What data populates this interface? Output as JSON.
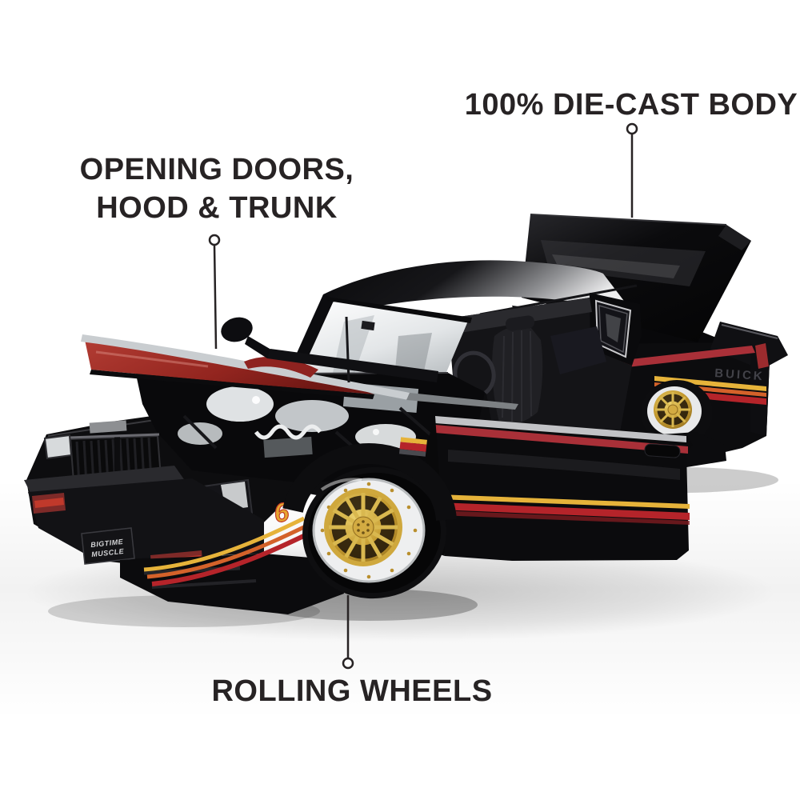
{
  "scene": {
    "background_color": "#ffffff"
  },
  "callouts": {
    "ink_color": "#272324",
    "die_cast_body": {
      "label": "100% DIE-CAST BODY"
    },
    "opening_parts": {
      "line1": "OPENING DOORS,",
      "line2": "HOOD & TRUNK"
    },
    "rolling_wheels": {
      "label": "ROLLING WHEELS"
    }
  },
  "car": {
    "quarter_panel_badge": "BUICK",
    "front_plate": {
      "line1": "BIGTIME",
      "line2": "MUSCLE"
    },
    "fender_emblem": "6",
    "colors": {
      "body_black": "#0c0c0e",
      "hood_red": "#a93430",
      "stripe_yellow": "#e6b33a",
      "stripe_orange": "#d4622a",
      "stripe_red": "#b5242a",
      "beltline_red": "#a93038",
      "wheel_gold": "#c9a23c",
      "chrome": "#e9eaeb",
      "glass": "#dfe3e5"
    }
  }
}
